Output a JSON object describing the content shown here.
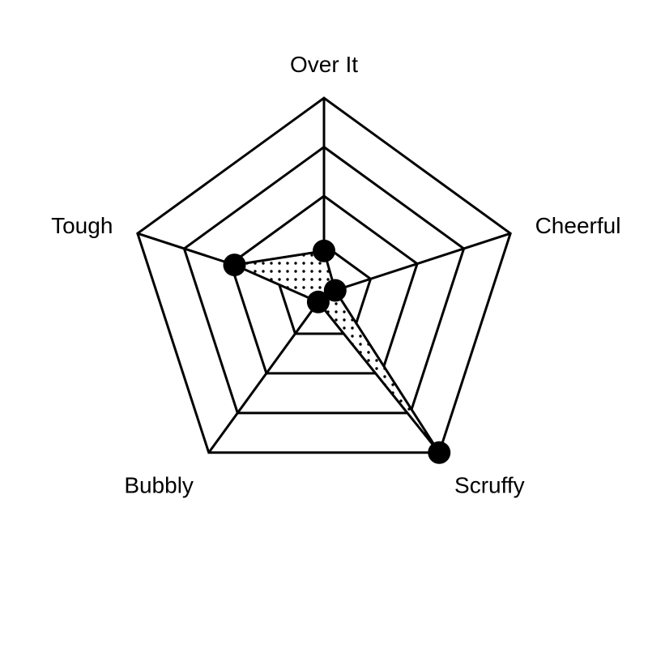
{
  "chart_data": {
    "type": "radar",
    "axes": [
      "Over It",
      "Cheerful",
      "Scruffy",
      "Bubbly",
      "Tough"
    ],
    "range": [
      0,
      1
    ],
    "rings": 4,
    "grid": true,
    "series": [
      {
        "values": [
          0.22,
          0.06,
          1.0,
          0.05,
          0.48
        ]
      }
    ],
    "fill_pattern": "dots",
    "line_color": "#000000",
    "point_color": "#000000"
  }
}
